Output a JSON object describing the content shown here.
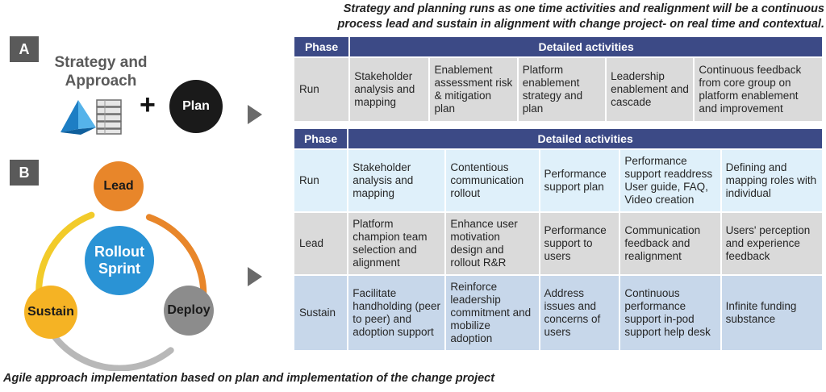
{
  "heading": {
    "line1": "Strategy and planning runs as one time activities and realignment will be a continuous",
    "line2": "process lead and sustain in alignment with change project- on real time and contextual."
  },
  "caption": "Agile approach implementation based on plan and implementation of the change project",
  "section_a": {
    "letter": "A",
    "title_line1": "Strategy and",
    "title_line2": "Approach",
    "plus": "+",
    "plan": "Plan"
  },
  "section_b": {
    "letter": "B",
    "center_line1": "Rollout",
    "center_line2": "Sprint",
    "nodes": {
      "lead": "Lead",
      "deploy": "Deploy",
      "sustain": "Sustain"
    }
  },
  "colors": {
    "header_navy": "#3c4a86",
    "row_gray": "#dadada",
    "row_light_blue": "#dff0fa",
    "row_steel_blue": "#c7d7ea",
    "lead_orange": "#e8862a",
    "deploy_gray": "#8c8c8c",
    "sustain_yellow": "#f5b324",
    "center_blue": "#2a93d5"
  },
  "table1": {
    "headers": {
      "phase": "Phase",
      "activities": "Detailed activities"
    },
    "rows": [
      {
        "phase": "Run",
        "cells": [
          "Stakeholder analysis and mapping",
          "Enablement assessment risk & mitigation plan",
          "Platform enablement strategy and plan",
          "Leadership enablement and cascade",
          "Continuous feedback from core group on platform enablement and improvement"
        ]
      }
    ]
  },
  "table2": {
    "headers": {
      "phase": "Phase",
      "activities": "Detailed activities"
    },
    "rows": [
      {
        "phase": "Run",
        "cells": [
          "Stakeholder analysis and mapping",
          "Contentious communication rollout",
          "Performance support plan",
          "Performance support readdress User guide, FAQ, Video creation",
          "Defining and mapping roles with individual"
        ]
      },
      {
        "phase": "Lead",
        "cells": [
          "Platform champion team selection and alignment",
          "Enhance user motivation design and rollout R&R",
          "Performance support to users",
          "Communication feedback and realignment",
          "Users' perception and experience feedback"
        ]
      },
      {
        "phase": "Sustain",
        "cells": [
          "Facilitate handholding (peer to peer) and adoption support",
          "Reinforce leadership commitment and mobilize adoption",
          "Address issues and concerns of users",
          "Continuous performance support in-pod support help desk",
          "Infinite funding substance"
        ]
      }
    ]
  }
}
